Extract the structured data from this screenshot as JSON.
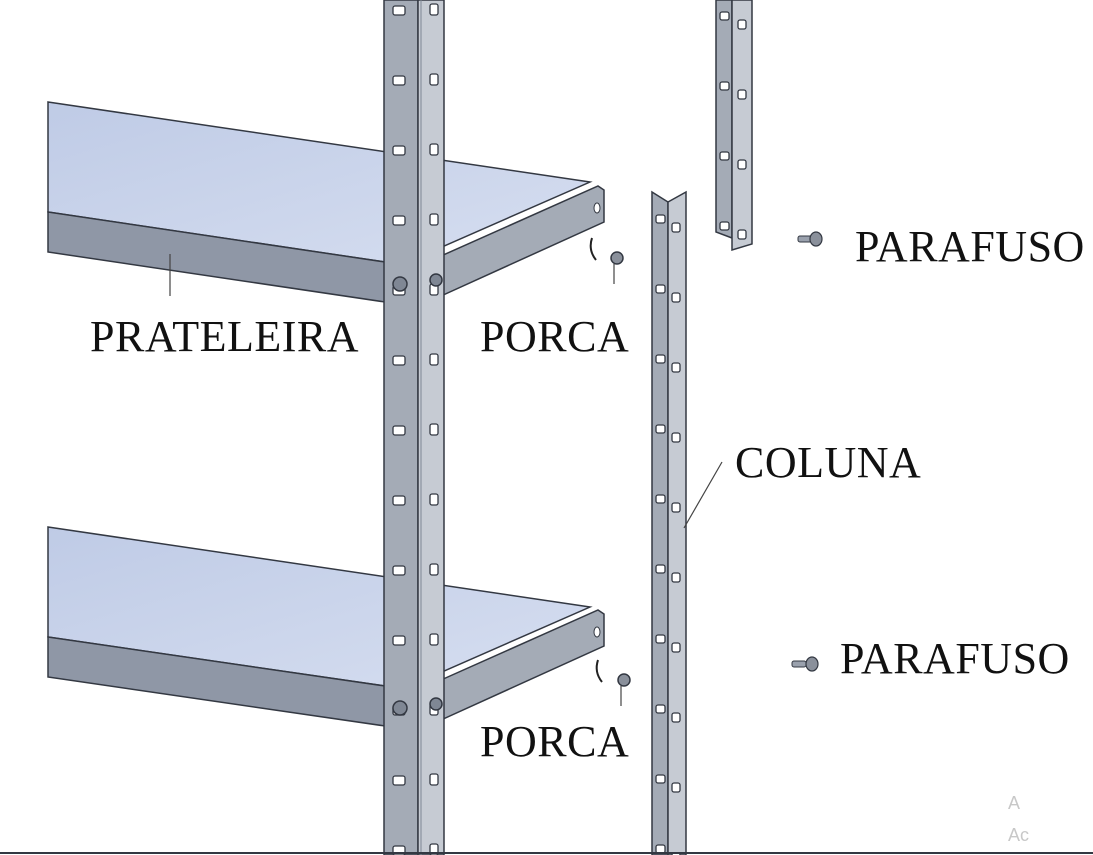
{
  "labels": {
    "prateleira": "PRATELEIRA",
    "porca_top": "PORCA",
    "porca_bottom": "PORCA",
    "coluna": "COLUNA",
    "parafuso_top": "PARAFUSO",
    "parafuso_bottom": "PARAFUSO"
  },
  "watermark": {
    "line1": "A",
    "line2": "Ac"
  },
  "colors": {
    "shelf_top": "#c9d5ec",
    "shelf_front": "#8f97a6",
    "metal_light": "#c6cbd3",
    "metal_mid": "#a4abb6",
    "metal_dark": "#7f8794",
    "edge": "#333842",
    "hole": "#ffffff"
  }
}
